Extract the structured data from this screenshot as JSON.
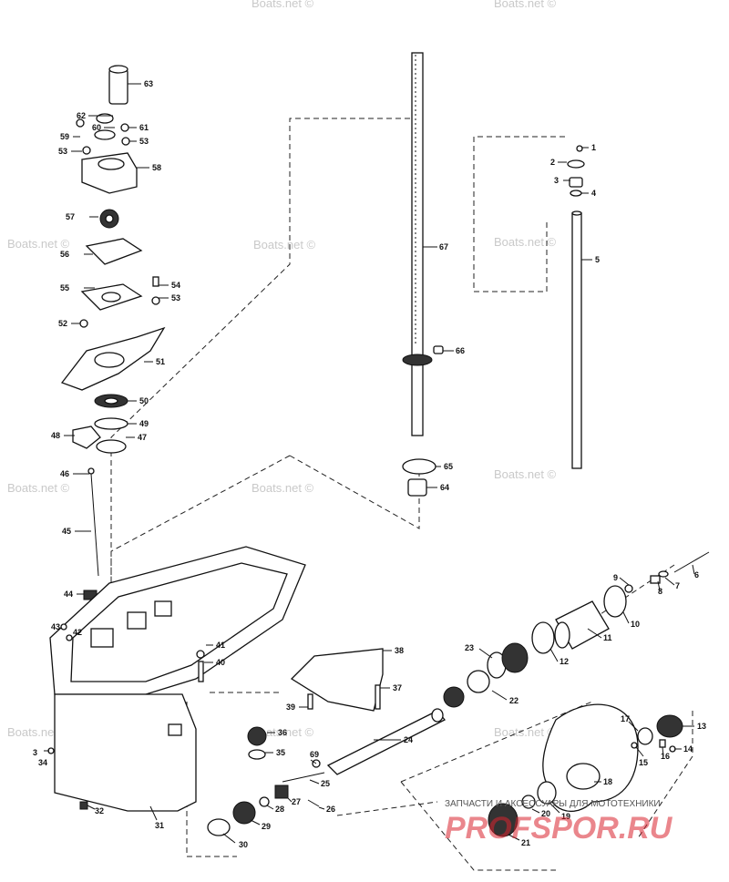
{
  "watermark": "Boats.net ©",
  "footer": {
    "caption": "ЗАПЧАСТИ И АКСЕССУАРЫ ДЛЯ МОТОТЕХНИКИ",
    "logo": "PROFSPOR.RU"
  },
  "callouts": {
    "c63": "63",
    "c62": "62",
    "c60": "60",
    "c61": "61",
    "c59": "59",
    "c53a": "53",
    "c53b": "53",
    "c58": "58",
    "c57": "57",
    "c56": "56",
    "c55": "55",
    "c54": "54",
    "c53c": "53",
    "c52": "52",
    "c51": "51",
    "c50": "50",
    "c49": "49",
    "c48": "48",
    "c47": "47",
    "c46": "46",
    "c45": "45",
    "c44": "44",
    "c43": "43",
    "c42": "42",
    "c41": "41",
    "c40": "40",
    "c38": "38",
    "c37": "37",
    "c39": "39",
    "c36": "36",
    "c35": "35",
    "c3": "3",
    "c34": "34",
    "c32": "32",
    "c31": "31",
    "c69": "69",
    "c25": "25",
    "c26": "26",
    "c27": "27",
    "c28": "28",
    "c29": "29",
    "c30": "30",
    "c24": "24",
    "c23": "23",
    "c22": "22",
    "c12": "12",
    "c11": "11",
    "c10": "10",
    "c9": "9",
    "c8": "8",
    "c7": "7",
    "c6": "6",
    "c67": "67",
    "c66": "66",
    "c65": "65",
    "c64": "64",
    "c1": "1",
    "c2": "2",
    "c3b": "3",
    "c4": "4",
    "c5": "5",
    "c17": "17",
    "c13": "13",
    "c16": "16",
    "c14": "14",
    "c15": "15",
    "c18": "18",
    "c19": "19",
    "c20": "20",
    "c21": "21"
  }
}
